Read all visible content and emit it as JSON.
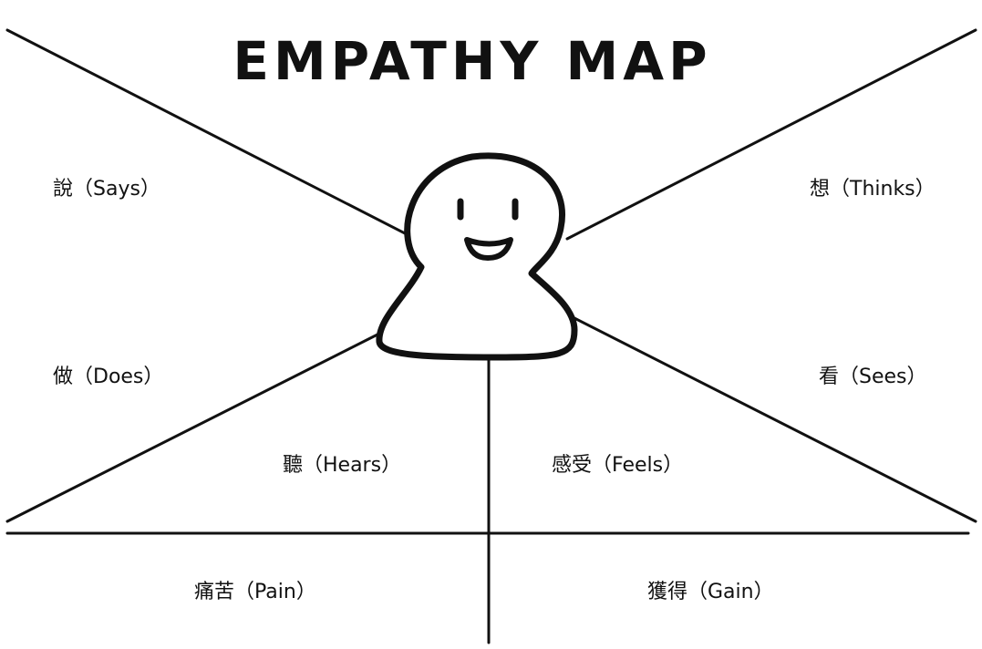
{
  "title": "EMPATHY MAP",
  "colors": {
    "ink": "#111111",
    "background": "#ffffff"
  },
  "sections": {
    "says": "說（Says）",
    "thinks": "想（Thinks）",
    "does": "做（Does）",
    "sees": "看（Sees）",
    "hears": "聽（Hears）",
    "feels": "感受（Feels）",
    "pain": "痛苦（Pain）",
    "gain": "獲得（Gain）"
  }
}
